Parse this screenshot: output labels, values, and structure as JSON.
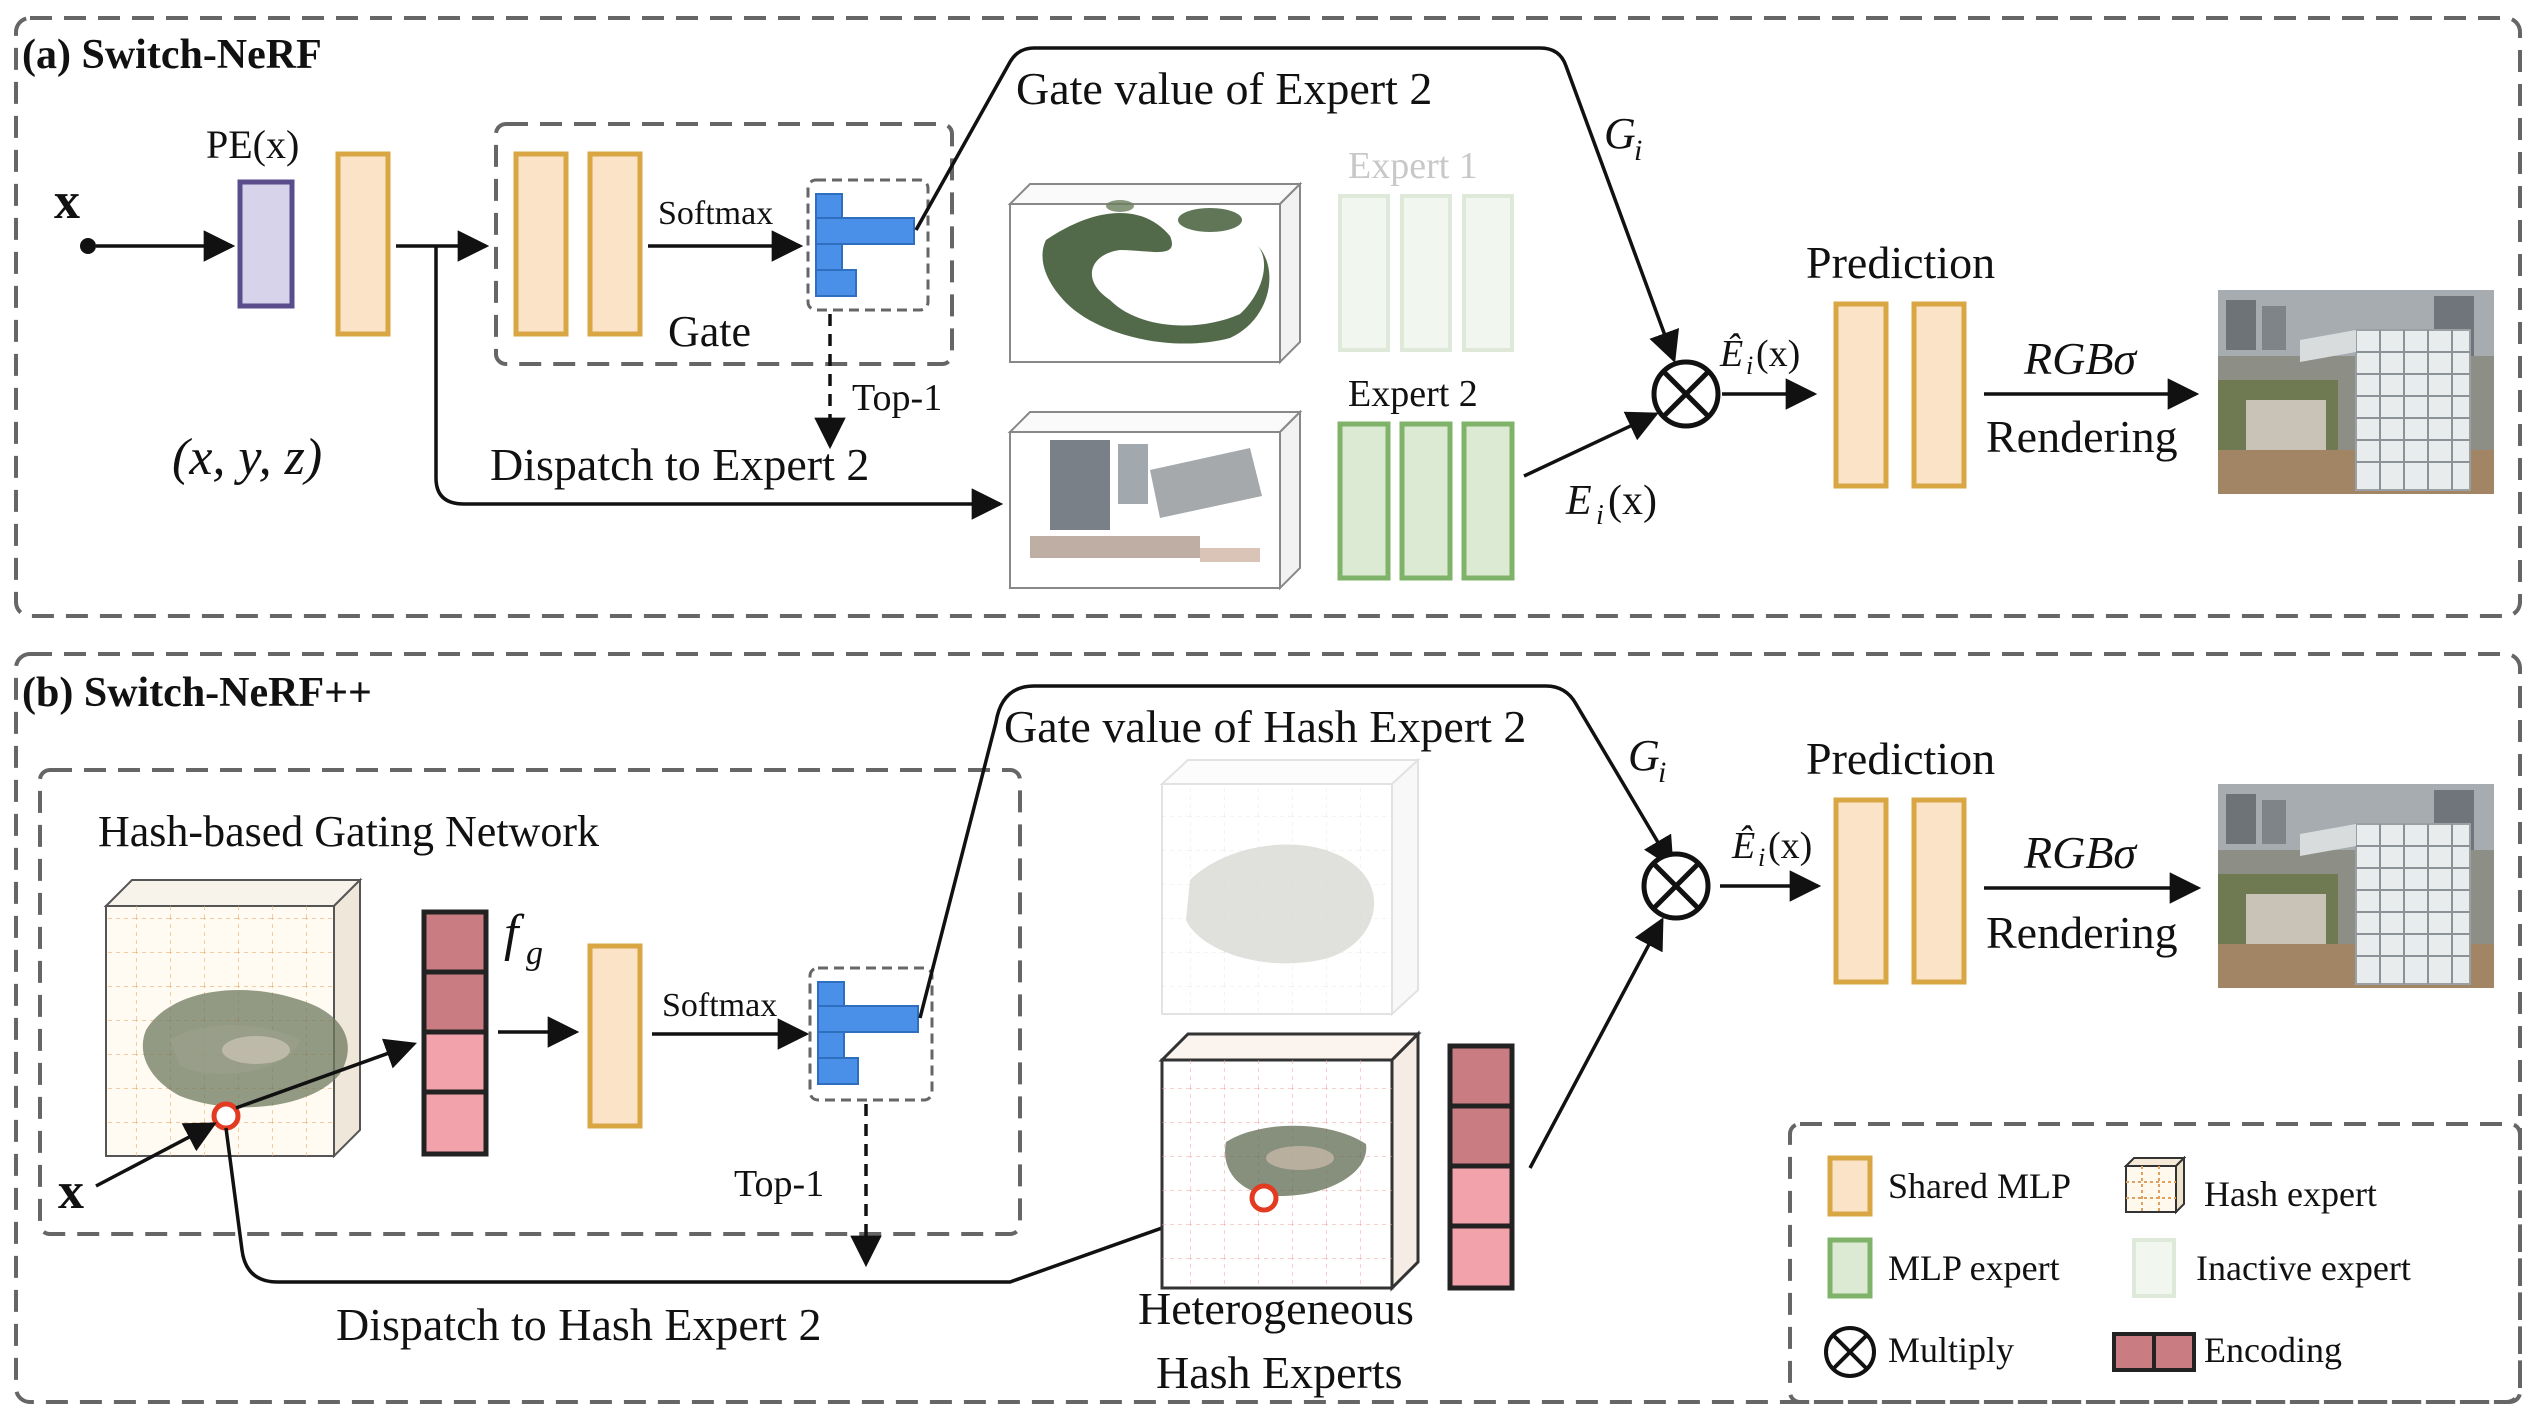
{
  "panel_a": {
    "title": "(a) Switch-NeRF",
    "input_x": "x",
    "pe_label": "PE(x)",
    "coords": "(x, y, z)",
    "softmax": "Softmax",
    "gate": "Gate",
    "top1": "Top-1",
    "gate_value": "Gate value of Expert 2",
    "dispatch": "Dispatch to Expert 2",
    "expert1": "Expert 1",
    "expert2": "Expert 2",
    "gi": "G",
    "gi_sub": "i",
    "ei": "E",
    "ei_sub": "i",
    "ei_arg": "(x)",
    "ehat": "Ê",
    "ehat_sub": "i",
    "ehat_arg": "(x)",
    "prediction": "Prediction",
    "rgb_sigma": "RGBσ",
    "rendering": "Rendering"
  },
  "panel_b": {
    "title": "(b) Switch-NeRF++",
    "hash_gating": "Hash-based Gating Network",
    "fg": "f",
    "fg_sub": "g",
    "softmax": "Softmax",
    "top1": "Top-1",
    "gate_value": "Gate value of Hash Expert 2",
    "dispatch": "Dispatch to Hash Expert 2",
    "hetero_line1": "Heterogeneous",
    "hetero_line2": "Hash Experts",
    "input_x": "x",
    "gi": "G",
    "gi_sub": "i",
    "ehat": "Ê",
    "ehat_sub": "i",
    "ehat_arg": "(x)",
    "prediction": "Prediction",
    "rgb_sigma": "RGBσ",
    "rendering": "Rendering"
  },
  "legend": {
    "shared_mlp": "Shared MLP",
    "hash_expert": "Hash expert",
    "mlp_expert": "MLP expert",
    "inactive_expert": "Inactive expert",
    "multiply": "Multiply",
    "encoding": "Encoding"
  },
  "colors": {
    "mlp_fill": "#fbe3c7",
    "mlp_stroke": "#d9a644",
    "pe_fill": "#d6d3ea",
    "pe_stroke": "#5a4d8c",
    "expert_fill": "#dcead3",
    "expert_stroke": "#7fb36a",
    "inactive_fill": "#f1f6ee",
    "inactive_stroke": "#dfe9d9",
    "gate_bar": "#4a8fe8",
    "enc_dark": "#c97c82",
    "enc_light": "#f2a2aa",
    "enc_stroke": "#222222",
    "dash_border": "#666666",
    "red_point": "#e23b22"
  }
}
